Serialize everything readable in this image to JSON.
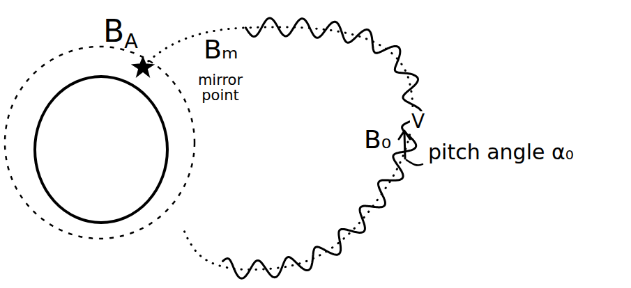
{
  "diagram": {
    "labels": [
      "BA",
      "Bₘ",
      "mirror point",
      "B₀",
      "V",
      "pitch angle α₀"
    ]
  }
}
